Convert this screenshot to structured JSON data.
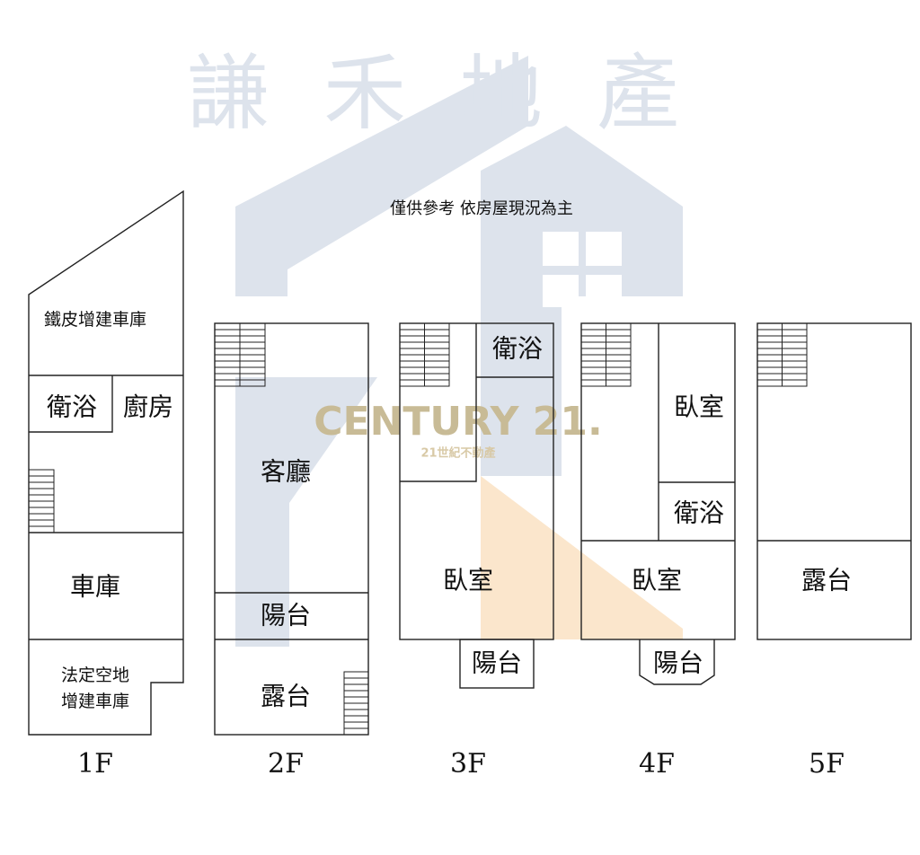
{
  "notice": "僅供參考 依房屋現況為主",
  "watermark": {
    "brand": "CENTURY 21.",
    "brand_sub": "21世紀不動產",
    "company": "謙禾地產",
    "colors": {
      "house": "#dde3ec",
      "brand": "#c8bb96",
      "accent": "#fbe6cc"
    }
  },
  "floors": {
    "f1": {
      "label": "1F",
      "rooms": [
        "鐵皮增建車庫",
        "衛浴",
        "廚房",
        "車庫",
        "法定空地",
        "增建車庫"
      ]
    },
    "f2": {
      "label": "2F",
      "rooms": [
        "客廳",
        "陽台",
        "露台"
      ]
    },
    "f3": {
      "label": "3F",
      "rooms": [
        "衛浴",
        "臥室",
        "陽台"
      ]
    },
    "f4": {
      "label": "4F",
      "rooms": [
        "臥室",
        "衛浴",
        "臥室",
        "陽台"
      ]
    },
    "f5": {
      "label": "5F",
      "rooms": [
        "露台"
      ]
    }
  }
}
